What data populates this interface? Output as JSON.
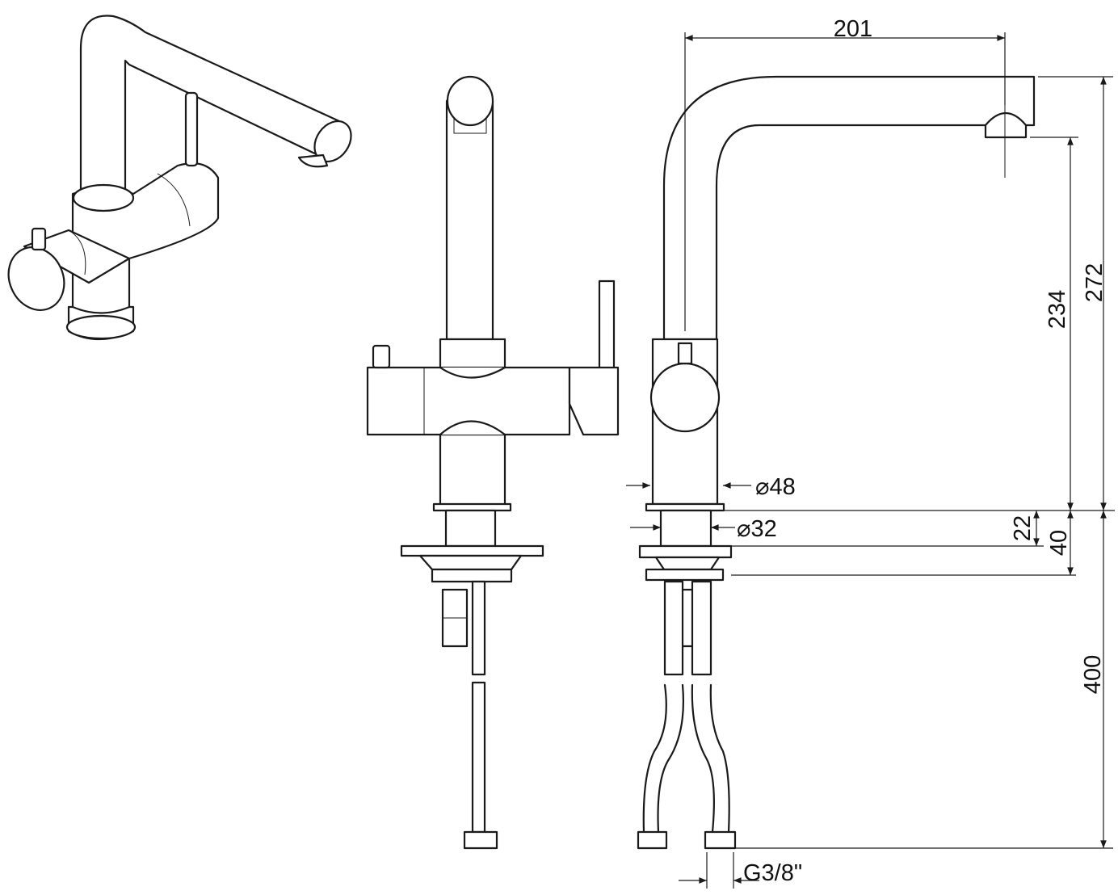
{
  "title": "Kitchen mixer tap dimension drawing",
  "dimensions": {
    "spout_reach": "201",
    "total_height": "272",
    "spout_height": "234",
    "body_diameter": "⌀48",
    "shank_diameter": "⌀32",
    "ring_height": "22",
    "mount_height": "40",
    "hose_length": "400",
    "hose_thread": "G3/8\""
  }
}
